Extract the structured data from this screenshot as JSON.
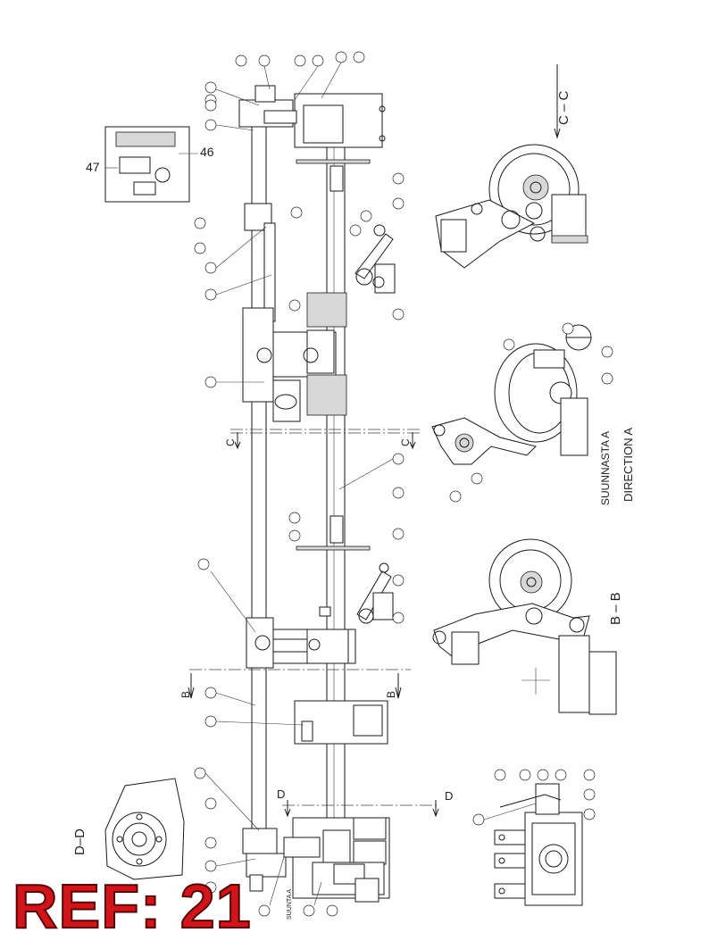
{
  "ref_label": "REF: 21",
  "views": {
    "section_cc": "C – C",
    "section_bb": "B – B",
    "section_dd": "D–D",
    "direction_fi": "SUUNNASTA A",
    "direction_en": "DIRECTION A",
    "small_note": "SUUNTA A"
  },
  "markers": {
    "b": "B",
    "c": "C",
    "d": "D"
  },
  "callouts": {
    "c46": "46",
    "c47": "47"
  }
}
